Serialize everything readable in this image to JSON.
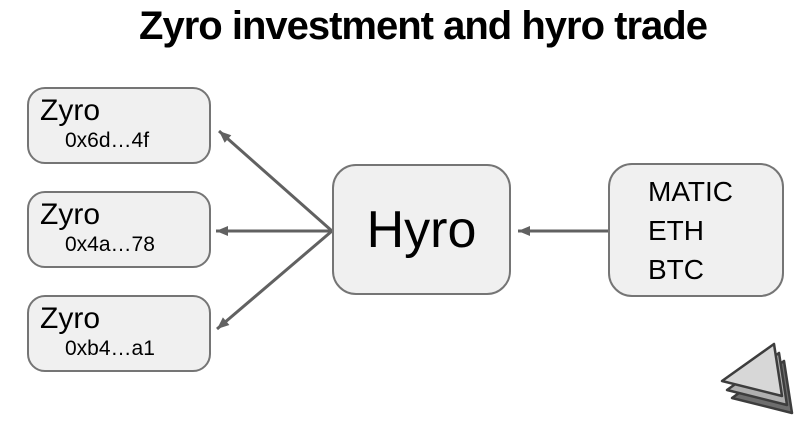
{
  "title": "Zyro investment and hyro trade",
  "diagram": {
    "zyro_nodes": [
      {
        "label": "Zyro",
        "address": "0x6d…4f"
      },
      {
        "label": "Zyro",
        "address": "0x4a…78"
      },
      {
        "label": "Zyro",
        "address": "0xb4…a1"
      }
    ],
    "hub": {
      "label": "Hyro"
    },
    "assets": {
      "lines": [
        "MATIC",
        "ETH",
        "BTC"
      ]
    }
  },
  "icons": {
    "logo": "layered-triangles-logo"
  },
  "colors": {
    "background": "#ffffff",
    "text": "#000000",
    "node_fill": "#f0f0f0",
    "node_border": "#757575",
    "arrow": "#616161",
    "logo_front": "#d7d7d7",
    "logo_middle": "#b0b0b0",
    "logo_back": "#6e6e6e",
    "logo_outline": "#3d3d3d"
  }
}
